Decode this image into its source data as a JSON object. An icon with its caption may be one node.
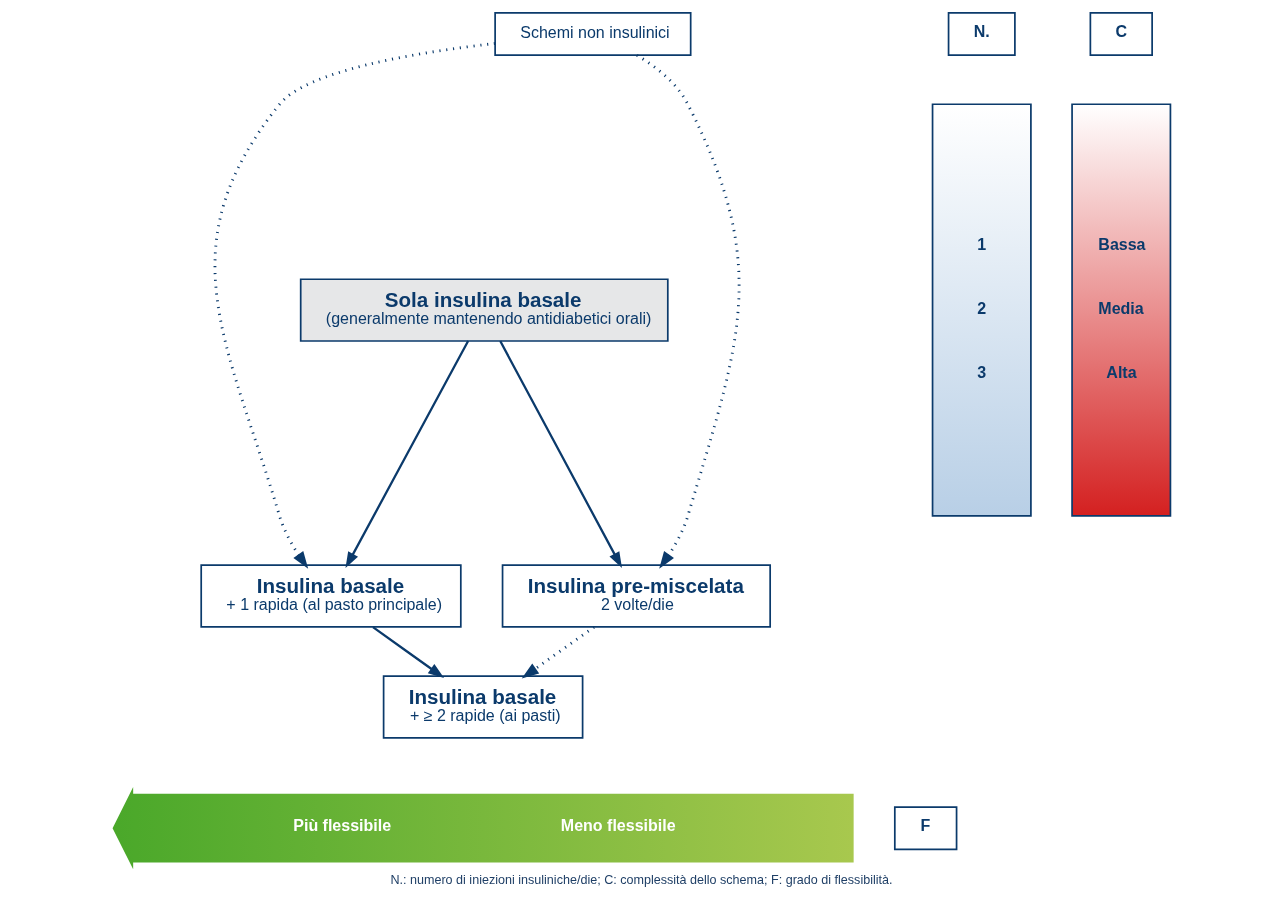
{
  "diagram": {
    "caption": "N.: numero di iniezioni insuliniche/die; C: complessità dello schema; F: grado di flessibilità.",
    "nodes": [
      {
        "text": [
          "Schemi non insulinici"
        ]
      },
      {
        "text": [
          "Sola insulina basale",
          "(generalmente mantenendo antidiabetici orali)"
        ]
      },
      {
        "text": [
          "Insulina basale",
          "+ 1 rapida (al pasto principale)"
        ]
      },
      {
        "text": [
          "Insulina pre-miscelata",
          "2 volte/die"
        ]
      },
      {
        "text": [
          "Insulina basale",
          "+ ≥ 2 rapide (ai pasti)"
        ]
      },
      {
        "text": [
          "N."
        ]
      },
      {
        "text": [
          "C"
        ]
      },
      {
        "text": [
          "1",
          "2",
          "3"
        ]
      },
      {
        "text": [
          "Bassa",
          "Media",
          "Alta"
        ]
      },
      {
        "text": [
          "Più flessibile",
          "Meno flessibile"
        ]
      },
      {
        "text": [
          "F"
        ]
      }
    ],
    "edges": [
      {
        "from": 0,
        "to": 2,
        "arrow": "to",
        "style": "dashed"
      },
      {
        "from": 0,
        "to": 3,
        "arrow": "to",
        "style": "dashed"
      },
      {
        "from": 1,
        "to": 2,
        "arrow": "to"
      },
      {
        "from": 1,
        "to": 3,
        "arrow": "to"
      },
      {
        "from": 2,
        "to": 4,
        "arrow": "to"
      },
      {
        "from": 3,
        "to": 4,
        "arrow": "to",
        "style": "dashed"
      }
    ]
  }
}
